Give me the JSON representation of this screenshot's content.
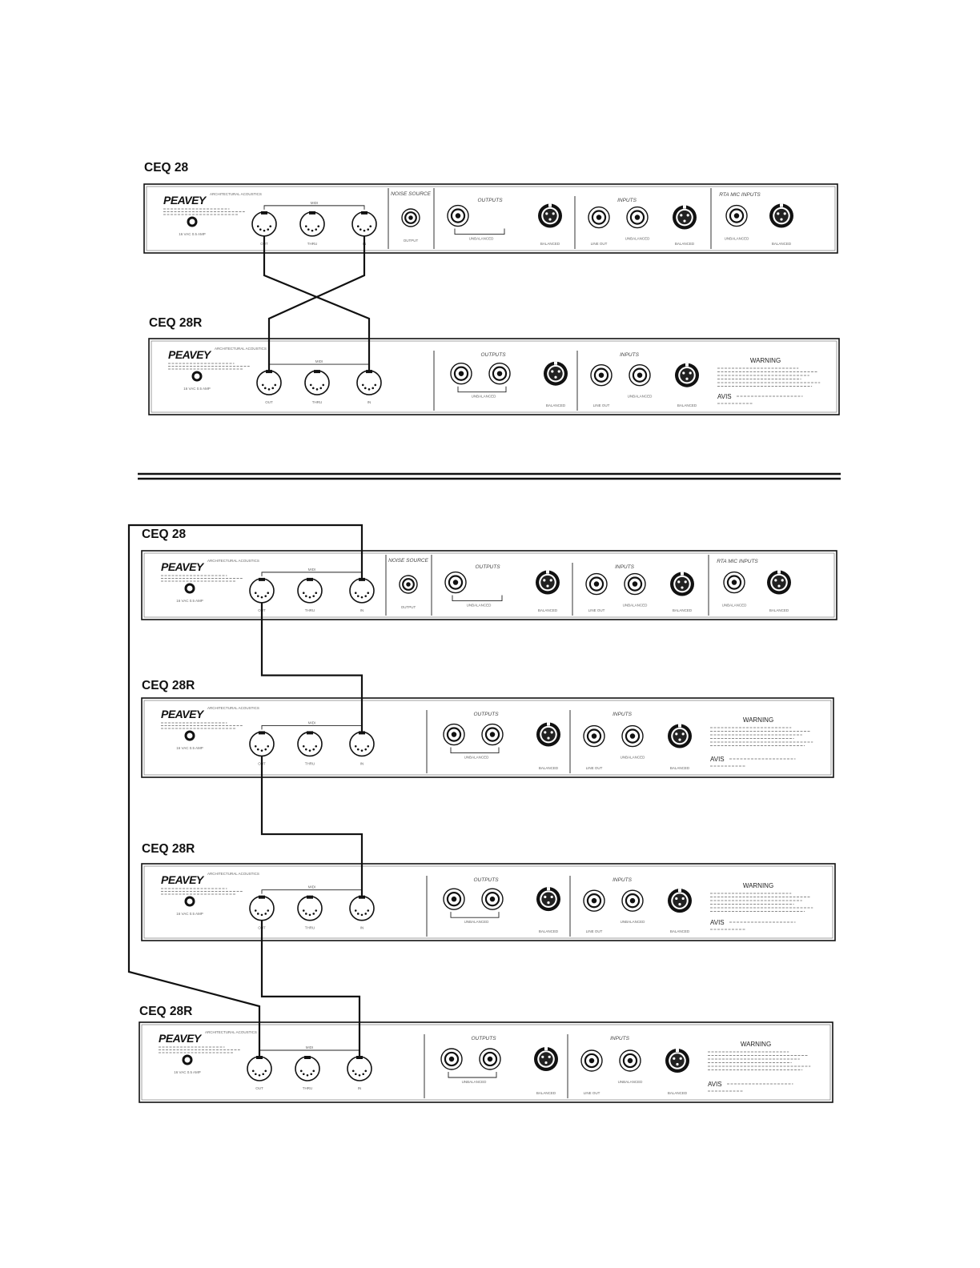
{
  "diagrams": [
    {
      "units": [
        {
          "title": "CEQ 28",
          "brand": "PEAVEY",
          "brand_sub": "ARCHITECTURAL ACOUSTICS",
          "power": "16 VAC 0.5 AMP",
          "midi_label": "MIDI",
          "midi": [
            "OUT",
            "THRU",
            "IN"
          ],
          "noise": "NOISE SOURCE",
          "noise_sub": "OUTPUT",
          "outputs": "OUTPUTS",
          "unbalanced": "UNBALANCED",
          "balanced": "BALANCED",
          "inputs": "INPUTS",
          "line_out": "LINE OUT",
          "rtamic": "RTA MIC INPUTS"
        },
        {
          "title": "CEQ 28R",
          "brand": "PEAVEY",
          "brand_sub": "ARCHITECTURAL ACOUSTICS",
          "power": "16 VAC 0.5 AMP",
          "midi_label": "MIDI",
          "midi": [
            "OUT",
            "THRU",
            "IN"
          ],
          "outputs": "OUTPUTS",
          "unbalanced": "UNBALANCED",
          "balanced": "BALANCED",
          "inputs": "INPUTS",
          "line_out": "LINE OUT",
          "warning": "WARNING",
          "avis": "AVIS"
        }
      ]
    },
    {
      "units": [
        {
          "title": "CEQ 28",
          "brand": "PEAVEY",
          "brand_sub": "ARCHITECTURAL ACOUSTICS",
          "power": "16 VAC 0.5 AMP",
          "midi_label": "MIDI",
          "midi": [
            "OUT",
            "THRU",
            "IN"
          ],
          "noise": "NOISE SOURCE",
          "noise_sub": "OUTPUT",
          "outputs": "OUTPUTS",
          "unbalanced": "UNBALANCED",
          "balanced": "BALANCED",
          "inputs": "INPUTS",
          "line_out": "LINE OUT",
          "rtamic": "RTA MIC INPUTS"
        },
        {
          "title": "CEQ 28R",
          "brand": "PEAVEY",
          "brand_sub": "ARCHITECTURAL ACOUSTICS",
          "power": "16 VAC 0.5 AMP",
          "midi_label": "MIDI",
          "midi": [
            "OUT",
            "THRU",
            "IN"
          ],
          "outputs": "OUTPUTS",
          "unbalanced": "UNBALANCED",
          "balanced": "BALANCED",
          "inputs": "INPUTS",
          "line_out": "LINE OUT",
          "warning": "WARNING",
          "avis": "AVIS"
        },
        {
          "title": "CEQ 28R",
          "brand": "PEAVEY",
          "brand_sub": "ARCHITECTURAL ACOUSTICS",
          "power": "16 VAC 0.5 AMP",
          "midi_label": "MIDI",
          "midi": [
            "OUT",
            "THRU",
            "IN"
          ],
          "outputs": "OUTPUTS",
          "unbalanced": "UNBALANCED",
          "balanced": "BALANCED",
          "inputs": "INPUTS",
          "line_out": "LINE OUT",
          "warning": "WARNING",
          "avis": "AVIS"
        },
        {
          "title": "CEQ 28R",
          "brand": "PEAVEY",
          "brand_sub": "ARCHITECTURAL ACOUSTICS",
          "power": "16 VAC 0.5 AMP",
          "midi_label": "MIDI",
          "midi": [
            "OUT",
            "THRU",
            "IN"
          ],
          "outputs": "OUTPUTS",
          "unbalanced": "UNBALANCED",
          "balanced": "BALANCED",
          "inputs": "INPUTS",
          "line_out": "LINE OUT",
          "warning": "WARNING",
          "avis": "AVIS"
        }
      ]
    }
  ]
}
